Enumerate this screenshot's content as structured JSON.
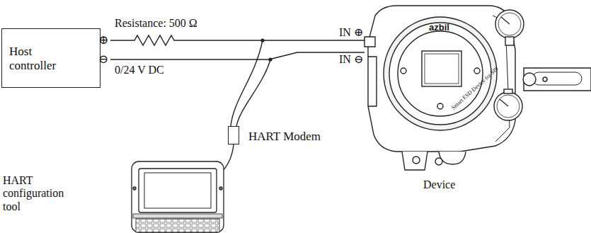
{
  "diagram": {
    "nodes": [
      {
        "text": [
          "Host controller"
        ]
      },
      {
        "text": [
          "HART Modem"
        ]
      }
    ],
    "labels": [
      "⊕",
      "Resistance: 500 Ω",
      "⊖",
      "0/24 V DC",
      "IN ⊕",
      "IN ⊖",
      "azbil",
      "Smart ESD Device for SIS",
      "Device",
      "HART configuration tool"
    ]
  }
}
